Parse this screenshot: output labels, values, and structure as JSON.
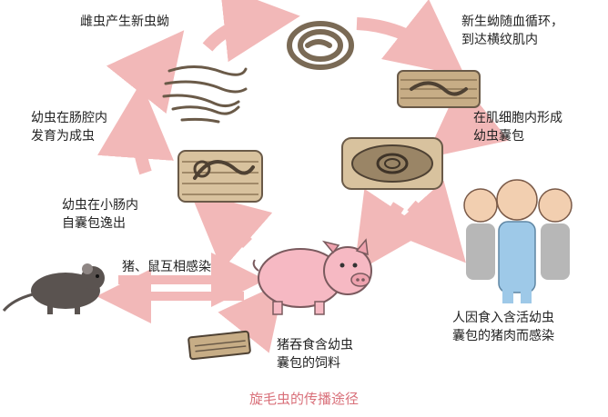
{
  "colors": {
    "arrow": "#f2b8b8",
    "caption": "#d9707a",
    "worm": "#7a6a55",
    "pig": "#f6b9c3",
    "tissue": "#c7ad86"
  },
  "labels": {
    "adult_produce_larvae": "雌虫产生新虫蚴",
    "larvae_blood": "新生蚴随血循环，\n到达横纹肌内",
    "cyst_form": "在肌细胞内形成\n幼虫囊包",
    "mature_intestine": "幼虫在肠腔内\n发育为成虫",
    "excyst_intestine": "幼虫在小肠内\n自囊包逸出",
    "pig_rat": "猪、鼠互相感染",
    "human_infect": "人因食入含活幼虫\n囊包的猪肉而感染",
    "pig_feed": "猪吞食含幼虫\n囊包的饲料"
  },
  "caption": "旋毛虫的传播途径",
  "icons": [
    "coiled-worm-icon",
    "worm-group-icon",
    "muscle-larva-icon",
    "cyst-icon",
    "intestine-larva-icon",
    "rat-icon",
    "pig-icon",
    "people-icon",
    "feed-icon"
  ]
}
